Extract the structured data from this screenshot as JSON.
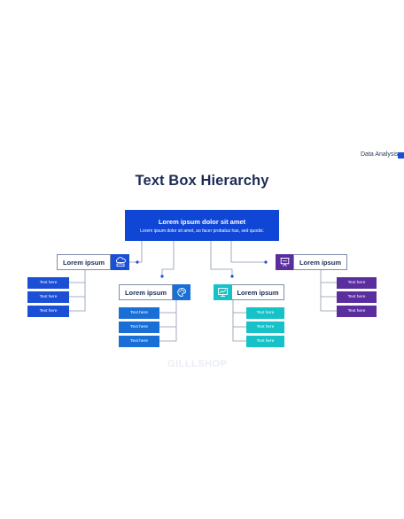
{
  "header": {
    "tag_label": "Data Analysis",
    "title": "Text Box Hierarchy"
  },
  "top": {
    "title": "Lorem ipsum dolor sit amet",
    "subtitle": "Lorem ipsum dolor sit amet, ao facer probatus has, sed quodsi."
  },
  "branches": [
    {
      "label": "Lorem ipsum",
      "icon": "cloud-server-icon",
      "color": "#1a4fd6",
      "items": [
        "Text here",
        "Text here",
        "Text here"
      ]
    },
    {
      "label": "Lorem ipsum",
      "icon": "palette-icon",
      "color": "#1a6fd6",
      "items": [
        "Text here",
        "Text here",
        "Text here"
      ]
    },
    {
      "label": "Lorem ipsum",
      "icon": "monitor-chart-icon",
      "color": "#16c2c8",
      "items": [
        "Text here",
        "Text here",
        "Text here"
      ]
    },
    {
      "label": "Lorem ipsum",
      "icon": "presentation-board-icon",
      "color": "#5b2ea0",
      "items": [
        "Text here",
        "Text here",
        "Text here"
      ]
    }
  ],
  "colors": {
    "accent_blue": "#0f46d6",
    "title_navy": "#1b2c55",
    "line_gray": "#8a97ad"
  },
  "watermark": "GILLLSHOP"
}
